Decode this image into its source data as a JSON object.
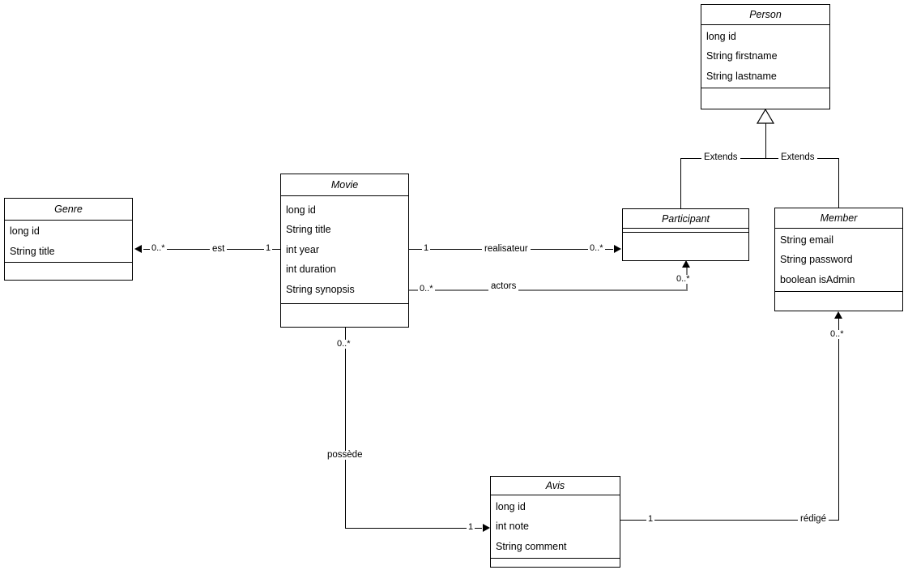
{
  "diagram": {
    "type": "uml-class-diagram",
    "background": "#ffffff",
    "line_color": "#000000",
    "secondary_line_color": "#808080",
    "classes": [
      {
        "id": "genre",
        "name": "Genre",
        "attributes": [
          "long id",
          "String title"
        ],
        "operations": []
      },
      {
        "id": "movie",
        "name": "Movie",
        "attributes": [
          "long id",
          "String title",
          "int year",
          "int duration",
          "String synopsis"
        ],
        "operations": []
      },
      {
        "id": "person",
        "name": "Person",
        "attributes": [
          "long id",
          "String firstname",
          "String lastname"
        ],
        "operations": []
      },
      {
        "id": "participant",
        "name": "Participant",
        "attributes": [],
        "operations": []
      },
      {
        "id": "member",
        "name": "Member",
        "attributes": [
          "String email",
          "String password",
          "boolean isAdmin"
        ],
        "operations": []
      },
      {
        "id": "avis",
        "name": "Avis",
        "attributes": [
          "long id",
          "int note",
          "String comment"
        ],
        "operations": []
      }
    ],
    "relations": [
      {
        "id": "est",
        "label": "est",
        "from": "movie",
        "to": "genre",
        "from_multiplicity": "1",
        "to_multiplicity": "0..*",
        "kind": "association"
      },
      {
        "id": "realisateur",
        "label": "realisateur",
        "from": "movie",
        "to": "participant",
        "from_multiplicity": "1",
        "to_multiplicity": "0..*",
        "kind": "association"
      },
      {
        "id": "actors",
        "label": "actors",
        "from": "movie",
        "to": "participant",
        "from_multiplicity": "0..*",
        "to_multiplicity": "0..*",
        "kind": "association"
      },
      {
        "id": "possede",
        "label": "possède",
        "from": "movie",
        "to": "avis",
        "from_multiplicity": "0..*",
        "to_multiplicity": "1",
        "kind": "association"
      },
      {
        "id": "redige",
        "label": "rédigé",
        "from": "avis",
        "to": "member",
        "from_multiplicity": "1",
        "to_multiplicity": "0..*",
        "kind": "association"
      },
      {
        "id": "extends-participant",
        "label": "Extends",
        "from": "participant",
        "to": "person",
        "kind": "generalization"
      },
      {
        "id": "extends-member",
        "label": "Extends",
        "from": "member",
        "to": "person",
        "kind": "generalization"
      }
    ]
  }
}
